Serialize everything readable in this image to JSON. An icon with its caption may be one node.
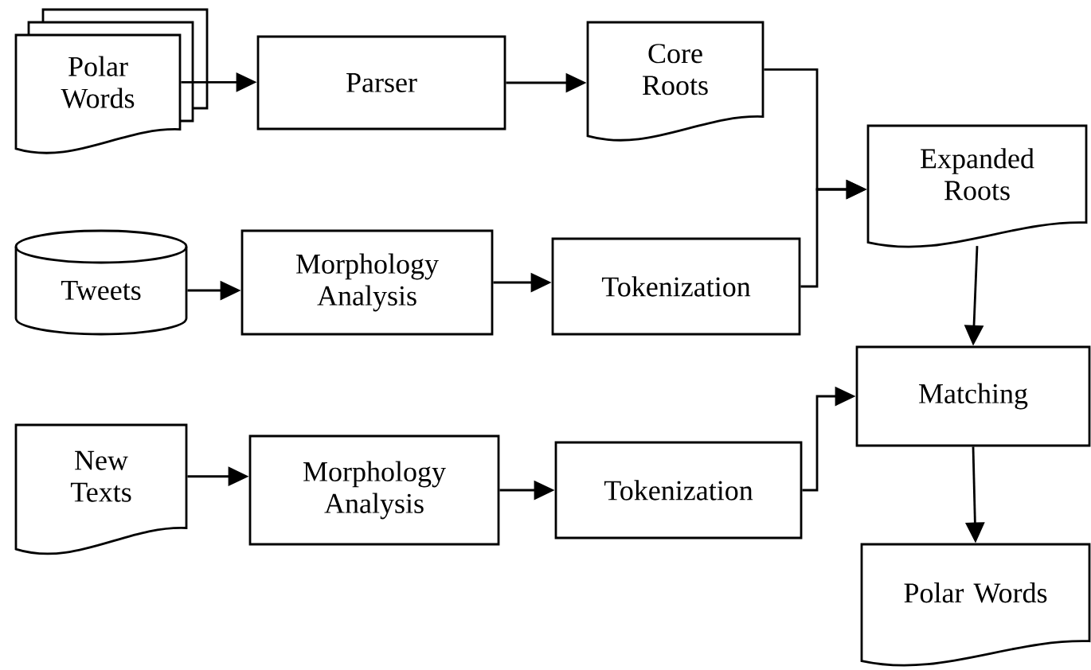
{
  "diagram": {
    "nodes": [
      {
        "text": [
          "Polar Words"
        ]
      },
      {
        "text": [
          "Parser"
        ]
      },
      {
        "text": [
          "Core Roots"
        ]
      },
      {
        "text": [
          "Expanded Roots"
        ]
      },
      {
        "text": [
          "Tweets"
        ]
      },
      {
        "text": [
          "Morphology Analysis"
        ]
      },
      {
        "text": [
          "Tokenization"
        ]
      },
      {
        "text": [
          "New Texts"
        ]
      },
      {
        "text": [
          "Morphology Analysis"
        ]
      },
      {
        "text": [
          "Tokenization"
        ]
      },
      {
        "text": [
          "Matching"
        ]
      },
      {
        "text": [
          "Polar Words"
        ]
      }
    ],
    "edges": [
      {
        "from": 0,
        "to": 1,
        "arrow": "to"
      },
      {
        "from": 1,
        "to": 2,
        "arrow": "to"
      },
      {
        "from": 2,
        "to": 3,
        "arrow": "to"
      },
      {
        "from": 6,
        "to": 3,
        "arrow": "to"
      },
      {
        "from": 4,
        "to": 5,
        "arrow": "to"
      },
      {
        "from": 5,
        "to": 6,
        "arrow": "to"
      },
      {
        "from": 3,
        "to": 10,
        "arrow": "to"
      },
      {
        "from": 7,
        "to": 8,
        "arrow": "to"
      },
      {
        "from": 8,
        "to": 9,
        "arrow": "to"
      },
      {
        "from": 9,
        "to": 10,
        "arrow": "to"
      },
      {
        "from": 10,
        "to": 11,
        "arrow": "to"
      }
    ]
  }
}
